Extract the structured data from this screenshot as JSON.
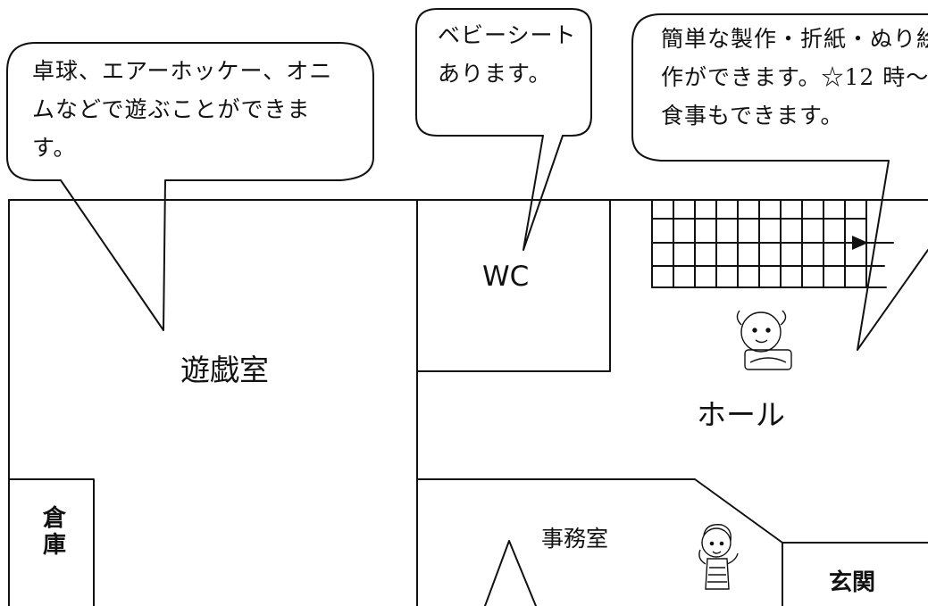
{
  "bubbles": {
    "left": {
      "lines": [
        "卓球、エアーホッケー、オニ",
        "ムなどで遊ぶことができま",
        "す。"
      ]
    },
    "middle": {
      "lines": [
        "ベビーシート",
        "あります。"
      ]
    },
    "right": {
      "lines": [
        "簡単な製作・折紙・ぬり絵",
        "作ができます。☆12 時〜",
        "食事もできます。"
      ]
    }
  },
  "rooms": {
    "playroom": "遊戯室",
    "wc": "WC",
    "hall": "ホール",
    "storage_line1": "倉",
    "storage_line2": "庫",
    "office": "事務室",
    "entrance": "玄関"
  },
  "colors": {
    "line": "#111111",
    "background": "#ffffff"
  }
}
